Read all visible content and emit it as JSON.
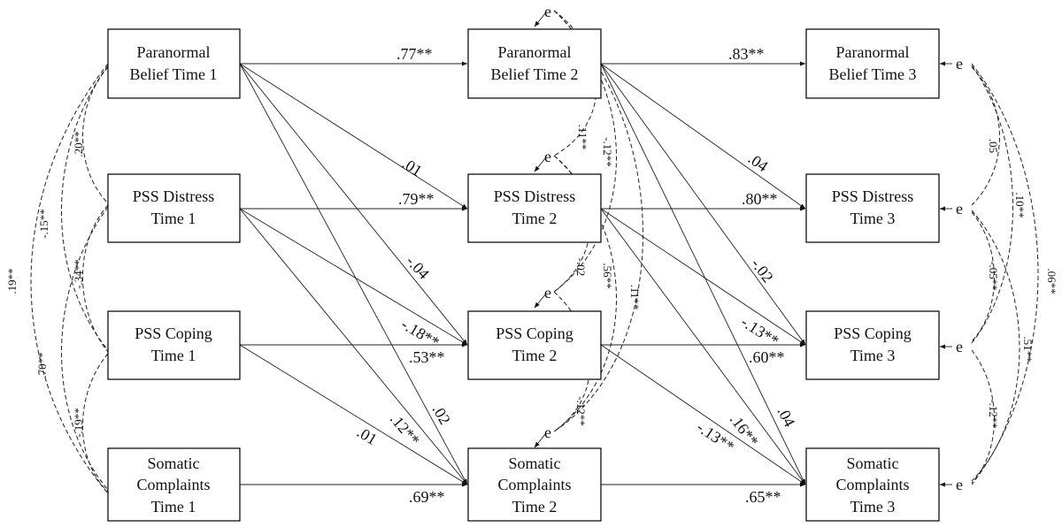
{
  "nodes": {
    "pb1": [
      "Paranormal",
      "Belief Time 1"
    ],
    "pssd1": [
      "PSS Distress",
      "Time 1"
    ],
    "pssc1": [
      "PSS Coping",
      "Time 1"
    ],
    "sc1": [
      "Somatic",
      "Complaints",
      "Time 1"
    ],
    "pb2": [
      "Paranormal",
      "Belief Time 2"
    ],
    "pssd2": [
      "PSS Distress",
      "Time 2"
    ],
    "pssc2": [
      "PSS Coping",
      "Time 2"
    ],
    "sc2": [
      "Somatic",
      "Complaints",
      "Time 2"
    ],
    "pb3": [
      "Paranormal",
      "Belief Time 3"
    ],
    "pssd3": [
      "PSS Distress",
      "Time 3"
    ],
    "pssc3": [
      "PSS Coping",
      "Time 3"
    ],
    "sc3": [
      "Somatic",
      "Complaints",
      "Time 3"
    ]
  },
  "error_label": "e",
  "paths": [
    {
      "from": "pb1",
      "to": "pb2",
      "coef": ".77**"
    },
    {
      "from": "pb1",
      "to": "pssd2",
      "coef": ".01"
    },
    {
      "from": "pb1",
      "to": "pssc2",
      "coef": "-.04"
    },
    {
      "from": "pb1",
      "to": "sc2",
      "coef": ".02"
    },
    {
      "from": "pssd1",
      "to": "pssd2",
      "coef": ".79**"
    },
    {
      "from": "pssd1",
      "to": "pssc2",
      "coef": "-.18**"
    },
    {
      "from": "pssd1",
      "to": "sc2",
      "coef": ".12**"
    },
    {
      "from": "pssc1",
      "to": "pssc2",
      "coef": ".53**"
    },
    {
      "from": "pssc1",
      "to": "sc2",
      "coef": ".01"
    },
    {
      "from": "sc1",
      "to": "sc2",
      "coef": ".69**"
    },
    {
      "from": "pb2",
      "to": "pb3",
      "coef": ".83**"
    },
    {
      "from": "pb2",
      "to": "pssd3",
      "coef": ".04"
    },
    {
      "from": "pb2",
      "to": "pssc3",
      "coef": "-.02"
    },
    {
      "from": "pb2",
      "to": "sc3",
      "coef": ".04"
    },
    {
      "from": "pssd2",
      "to": "pssd3",
      "coef": ".80**"
    },
    {
      "from": "pssd2",
      "to": "pssc3",
      "coef": "-.13**"
    },
    {
      "from": "pssd2",
      "to": "sc3",
      "coef": ".16**"
    },
    {
      "from": "pssc2",
      "to": "pssc3",
      "coef": ".60**"
    },
    {
      "from": "pssc2",
      "to": "sc3",
      "coef": "-.13**"
    },
    {
      "from": "sc2",
      "to": "sc3",
      "coef": ".65**"
    }
  ],
  "covariances": {
    "time1": [
      {
        "pair": [
          "pb1",
          "pssd1"
        ],
        "coef": ".20**"
      },
      {
        "pair": [
          "pssd1",
          "pssc1"
        ],
        "coef": "-.34**"
      },
      {
        "pair": [
          "pssc1",
          "sc1"
        ],
        "coef": "-.19**"
      },
      {
        "pair": [
          "pb1",
          "pssc1"
        ],
        "coef": "-.15**"
      },
      {
        "pair": [
          "pssd1",
          "sc1"
        ],
        "coef": ".70**"
      },
      {
        "pair": [
          "pb1",
          "sc1"
        ],
        "coef": ".19**"
      }
    ],
    "time2": [
      {
        "pair": [
          "e_pb2",
          "e_pssd2"
        ],
        "coef": ".11**"
      },
      {
        "pair": [
          "e_pb2",
          "e_pssc2"
        ],
        "coef": "-.12**"
      },
      {
        "pair": [
          "e_pssd2",
          "e_pssc2"
        ],
        "coef": "-.02"
      },
      {
        "pair": [
          "e_pssd2",
          "e_sc2"
        ],
        "coef": ".56**"
      },
      {
        "pair": [
          "e_pb2",
          "e_sc2"
        ],
        "coef": ".11**"
      },
      {
        "pair": [
          "e_pssc2",
          "e_sc2"
        ],
        "coef": "-.12**"
      }
    ],
    "time3": [
      {
        "pair": [
          "e_pb3",
          "e_pssd3"
        ],
        "coef": ".05"
      },
      {
        "pair": [
          "e_pb3",
          "e_pssc3"
        ],
        "coef": ".10**"
      },
      {
        "pair": [
          "e_pssd3",
          "e_pssc3"
        ],
        "coef": "-.05**"
      },
      {
        "pair": [
          "e_pssd3",
          "e_sc3"
        ],
        "coef": ".51**"
      },
      {
        "pair": [
          "e_pb3",
          "e_sc3"
        ],
        "coef": ".06**"
      },
      {
        "pair": [
          "e_pssc3",
          "e_sc3"
        ],
        "coef": "-.12**"
      }
    ]
  }
}
